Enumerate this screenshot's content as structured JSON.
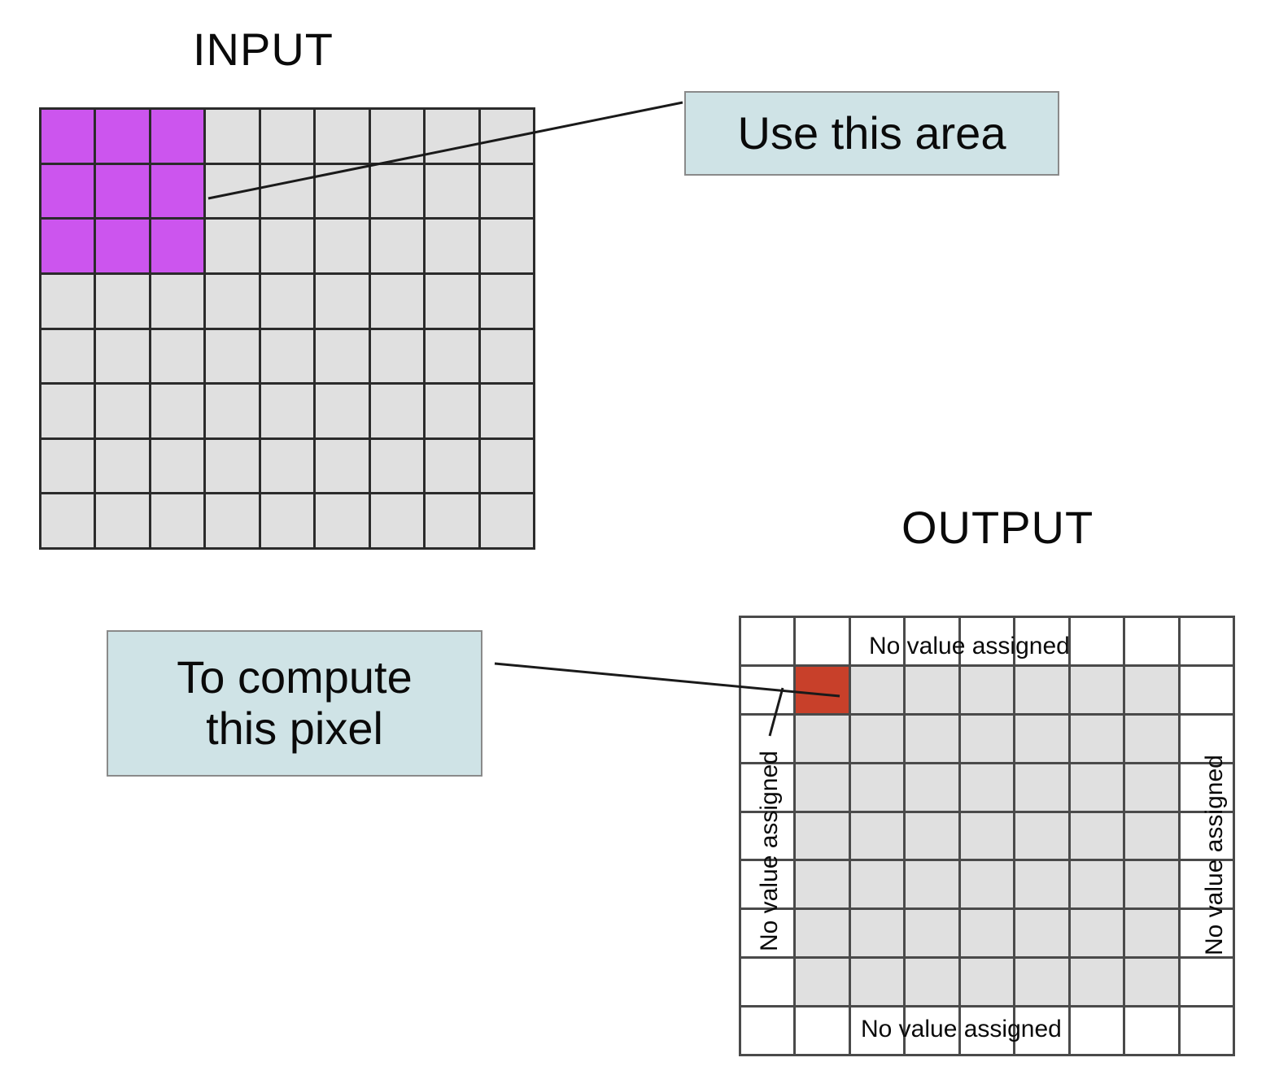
{
  "figure": {
    "input_title": "INPUT",
    "output_title": "OUTPUT"
  },
  "callouts": {
    "use_area": "Use this area",
    "compute_line1": "To compute",
    "compute_line2": "this pixel"
  },
  "output_labels": {
    "top": "No value assigned",
    "bottom": "No value assigned",
    "left": "No value assigned",
    "right": "No value assigned"
  },
  "colors": {
    "highlight_purple": "#cc55ee",
    "cell_grey": "#e0e0e0",
    "target_red": "#c8402a",
    "callout_fill": "#cfe3e6",
    "callout_border": "#8a8a8a",
    "grid_line_input": "#2b2b2b",
    "grid_line_output": "#4a4a4a",
    "empty_white": "#ffffff"
  },
  "chart_data": {
    "type": "heatmap",
    "title": "Convolution input/output region illustration",
    "panels": [
      {
        "name": "INPUT",
        "cols": 9,
        "rows": 8,
        "default_fill": "#e0e0e0",
        "highlight_fill": "#cc55ee",
        "highlight_cells": [
          [
            0,
            0
          ],
          [
            0,
            1
          ],
          [
            0,
            2
          ],
          [
            1,
            0
          ],
          [
            1,
            1
          ],
          [
            1,
            2
          ],
          [
            2,
            0
          ],
          [
            2,
            1
          ],
          [
            2,
            2
          ]
        ],
        "annotation": "Use this area"
      },
      {
        "name": "OUTPUT",
        "cols": 9,
        "rows": 9,
        "default_fill": "#ffffff",
        "valid_region_fill": "#e0e0e0",
        "valid_region": {
          "row_start": 1,
          "row_end": 7,
          "col_start": 1,
          "col_end": 7
        },
        "target_cell": [
          1,
          1
        ],
        "target_fill": "#c8402a",
        "annotation": "To compute this pixel",
        "border_labels": {
          "top": "No value assigned",
          "bottom": "No value assigned",
          "left": "No value assigned",
          "right": "No value assigned"
        }
      }
    ]
  }
}
